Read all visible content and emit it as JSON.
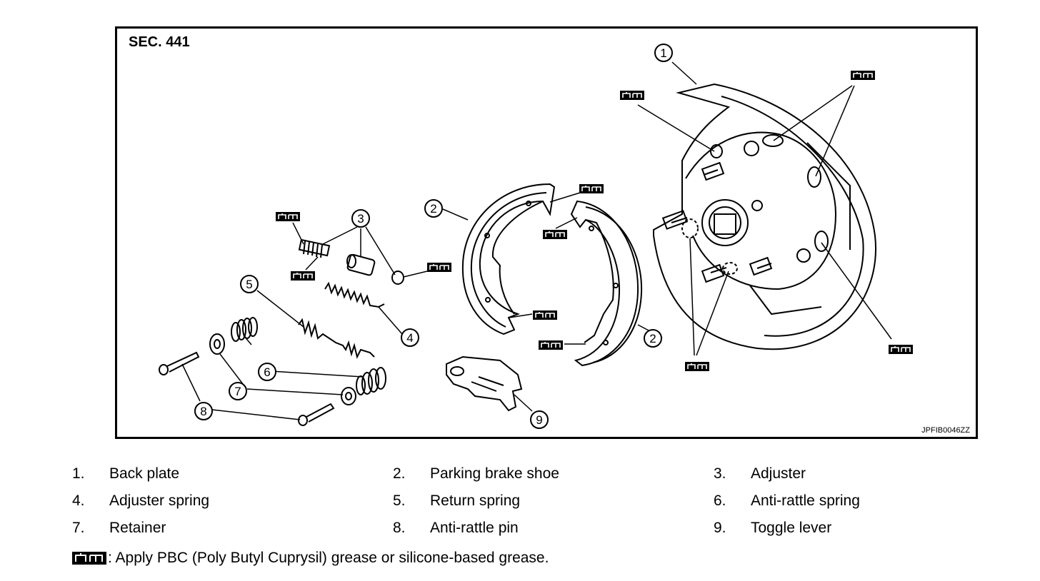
{
  "figure": {
    "section": "SEC. 441",
    "code": "JPFIB0046ZZ",
    "callouts": [
      "1",
      "2",
      "3",
      "4",
      "5",
      "6",
      "7",
      "8",
      "9"
    ]
  },
  "legend": {
    "items": [
      {
        "num": "1.",
        "name": "Back plate"
      },
      {
        "num": "2.",
        "name": "Parking brake shoe"
      },
      {
        "num": "3.",
        "name": "Adjuster"
      },
      {
        "num": "4.",
        "name": "Adjuster spring"
      },
      {
        "num": "5.",
        "name": "Return spring"
      },
      {
        "num": "6.",
        "name": "Anti-rattle spring"
      },
      {
        "num": "7.",
        "name": "Retainer"
      },
      {
        "num": "8.",
        "name": "Anti-rattle pin"
      },
      {
        "num": "9.",
        "name": "Toggle lever"
      }
    ]
  },
  "note": {
    "text": ": Apply PBC (Poly Butyl Cuprysil) grease or silicone-based grease.",
    "icon": "grease-symbol-icon"
  }
}
